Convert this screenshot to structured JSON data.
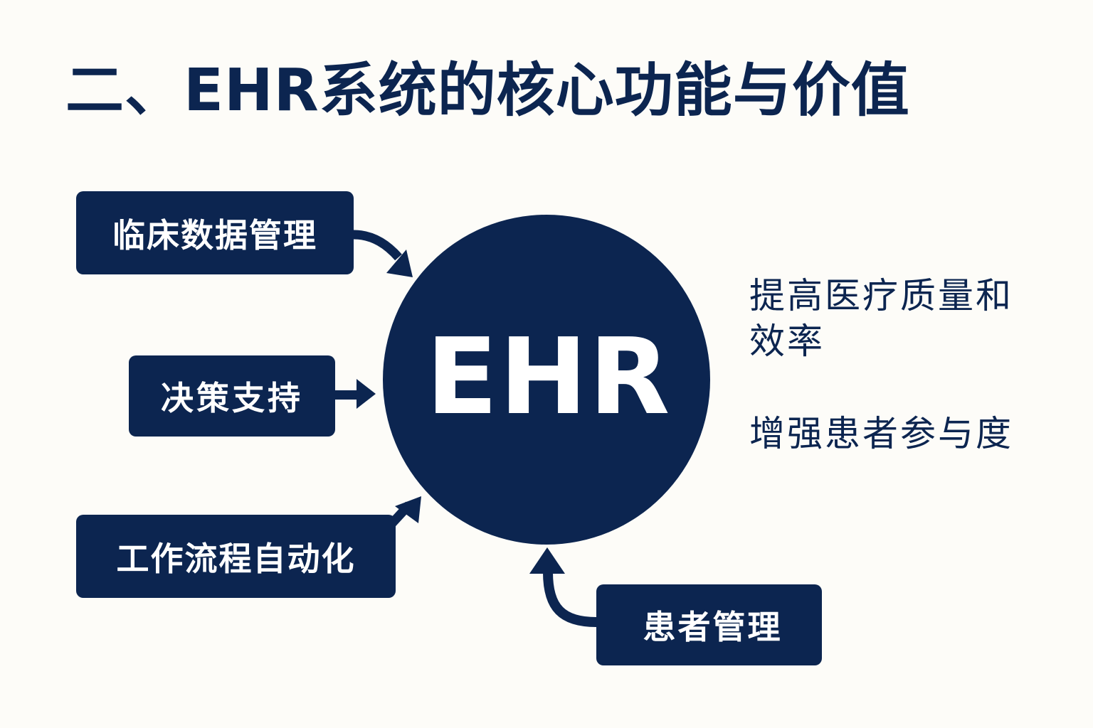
{
  "title": "二、EHR系统的核心功能与价值",
  "colors": {
    "background": "#fdfcf8",
    "navy": "#0c2550",
    "box_text": "#ffffff"
  },
  "hub": {
    "label": "EHR"
  },
  "functions": [
    {
      "id": "clinical",
      "label": "临床数据管理",
      "arrow": "curved arrow pointing down-right into hub"
    },
    {
      "id": "decision",
      "label": "决策支持",
      "arrow": "straight arrow pointing right into hub"
    },
    {
      "id": "workflow",
      "label": "工作流程自动化",
      "arrow": "diagonal arrow pointing up-right into hub"
    },
    {
      "id": "patient",
      "label": "患者管理",
      "arrow": "curved arrow pointing up into hub"
    }
  ],
  "values": [
    {
      "label": "提高医疗质量和效率"
    },
    {
      "label": "增强患者参与度"
    }
  ]
}
